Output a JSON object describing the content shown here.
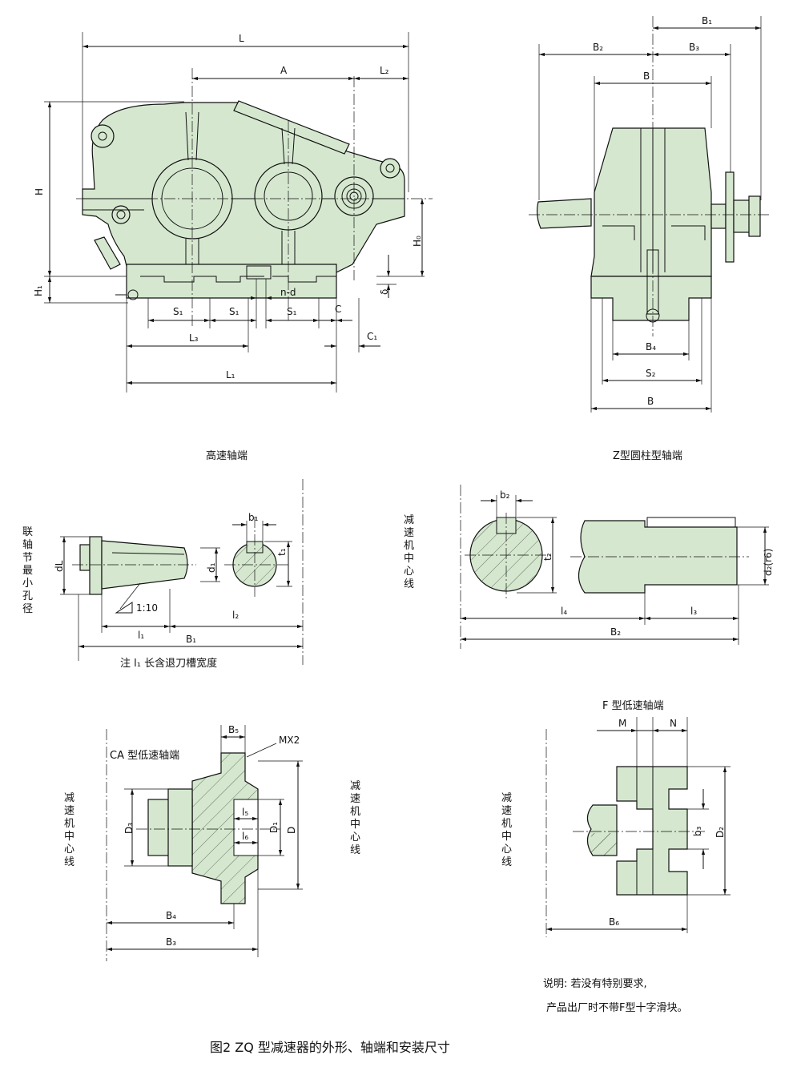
{
  "front_view": {
    "L": "L",
    "A": "A",
    "L2": "L₂",
    "H": "H",
    "H1": "H₁",
    "H0": "H₀",
    "delta": "δ",
    "S1": "S₁",
    "n_d": "n-d",
    "C": "C",
    "C1": "C₁",
    "L3": "L₃",
    "L1": "L₁"
  },
  "side_view": {
    "B1": "B₁",
    "B2": "B₂",
    "B3": "B₃",
    "B": "B",
    "B4": "B₄",
    "S2": "S₂",
    "B_bottom": "B"
  },
  "captions": {
    "high_speed_end": "高速轴端",
    "z_type_end": "Z型圆柱型轴端",
    "coupling_min_bore": "联轴节最小孔径",
    "reducer_centerline": "减速机中心线",
    "ca_type_end": "CA 型低速轴端",
    "f_type_end": "F 型低速轴端",
    "note_l1": "注 l₁ 长含退刀槽宽度",
    "explanation_1": "说明: 若没有特别要求,",
    "explanation_2": "产品出厂时不带F型十字滑块。",
    "figure_title": "图2  ZQ 型减速器的外形、轴端和安装尺寸"
  },
  "high_speed": {
    "dL": "dL",
    "d1": "d₁",
    "b1": "b₁",
    "t1": "t₁",
    "taper": "1:10",
    "l1": "l₁",
    "l2": "l₂",
    "B1": "B₁"
  },
  "z_type": {
    "b2": "b₂",
    "t2": "t₂",
    "d2r6": "d₂(r6)",
    "l4": "l₄",
    "l3": "l₃",
    "B2": "B₂"
  },
  "ca_type": {
    "B5": "B₅",
    "MX2": "MX2",
    "D3": "D₃",
    "l5": "l₅",
    "l6": "l₆",
    "D1": "D₁",
    "D": "D",
    "B4": "B₄",
    "B3": "B₃"
  },
  "f_type": {
    "M": "M",
    "N": "N",
    "b3": "b₃",
    "D2": "D₂",
    "B6": "B₆"
  }
}
